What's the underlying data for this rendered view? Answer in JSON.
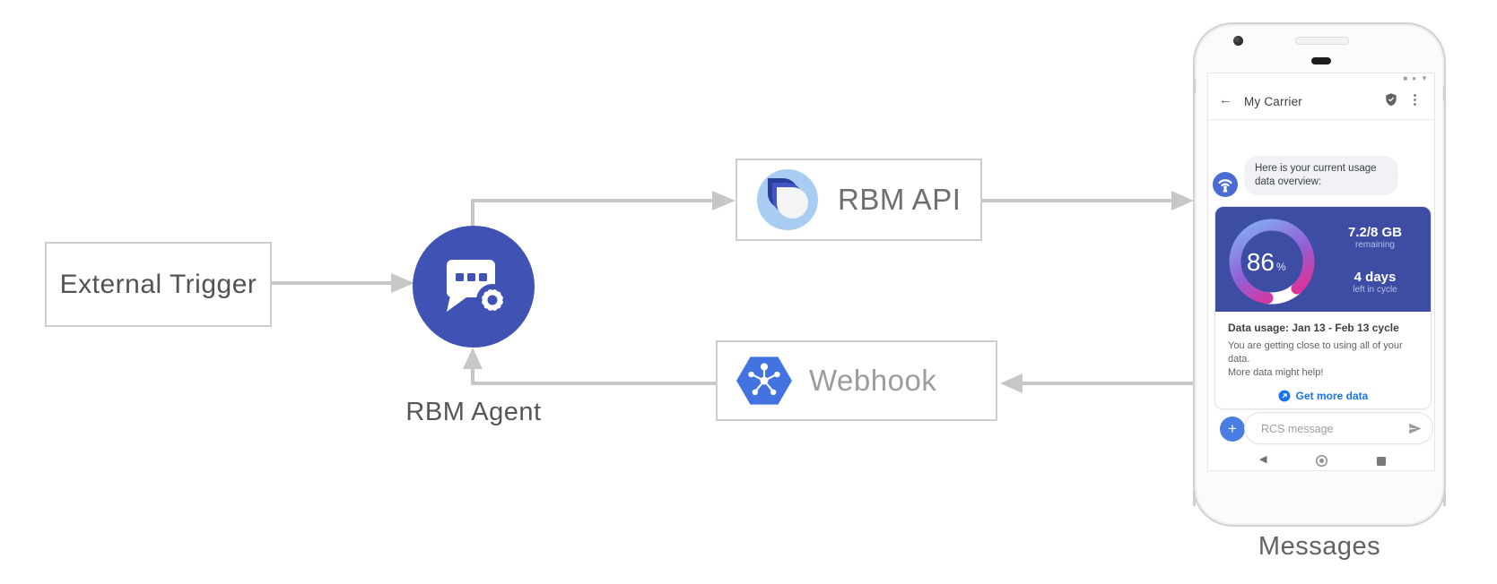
{
  "diagram": {
    "external_trigger_label": "External Trigger",
    "rbm_agent_label": "RBM Agent",
    "rbm_api_label": "RBM API",
    "webhook_label": "Webhook",
    "phone_caption": "Messages"
  },
  "phone": {
    "status_icons": [
      "■",
      "●",
      "▼"
    ],
    "header": {
      "back_glyph": "←",
      "title": "My Carrier",
      "menu_glyph": "⋮"
    },
    "chat_bubble": {
      "line1": "Here is your current usage",
      "line2": "data overview:"
    },
    "usage_card": {
      "percent_value": "86",
      "percent_unit": "%",
      "amount": "7.2/8 GB",
      "amount_caption": "remaining",
      "days": "4 days",
      "days_caption": "left in cycle",
      "title": "Data usage: Jan 13 - Feb 13 cycle",
      "body_line1": "You are getting close to using all of your data.",
      "body_line2": "More data might help!",
      "action_label": "Get more data"
    },
    "compose": {
      "plus_glyph": "+",
      "placeholder": "RCS message"
    },
    "nav": {
      "back_glyph": "◀"
    }
  },
  "colors": {
    "arrow": "#c7c7c7",
    "agent_indigo": "#4052b4",
    "card_blue": "#3d4da4",
    "accent_blue": "#1a73e8",
    "gauge_blue": "#85a9f0",
    "gauge_purple": "#9161d6",
    "gauge_pink": "#e92a8e"
  }
}
